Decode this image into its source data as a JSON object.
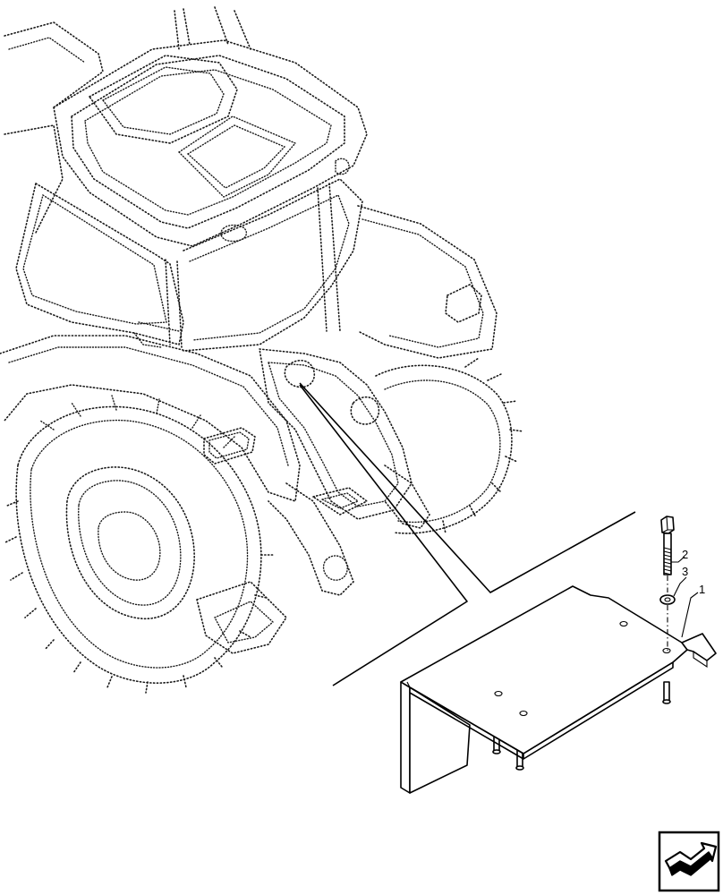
{
  "callouts": [
    {
      "id": "callout-2",
      "label": "2"
    },
    {
      "id": "callout-3",
      "label": "3"
    },
    {
      "id": "callout-1",
      "label": "1"
    }
  ],
  "icons": {
    "nav": "navigation-arrow-icon"
  }
}
